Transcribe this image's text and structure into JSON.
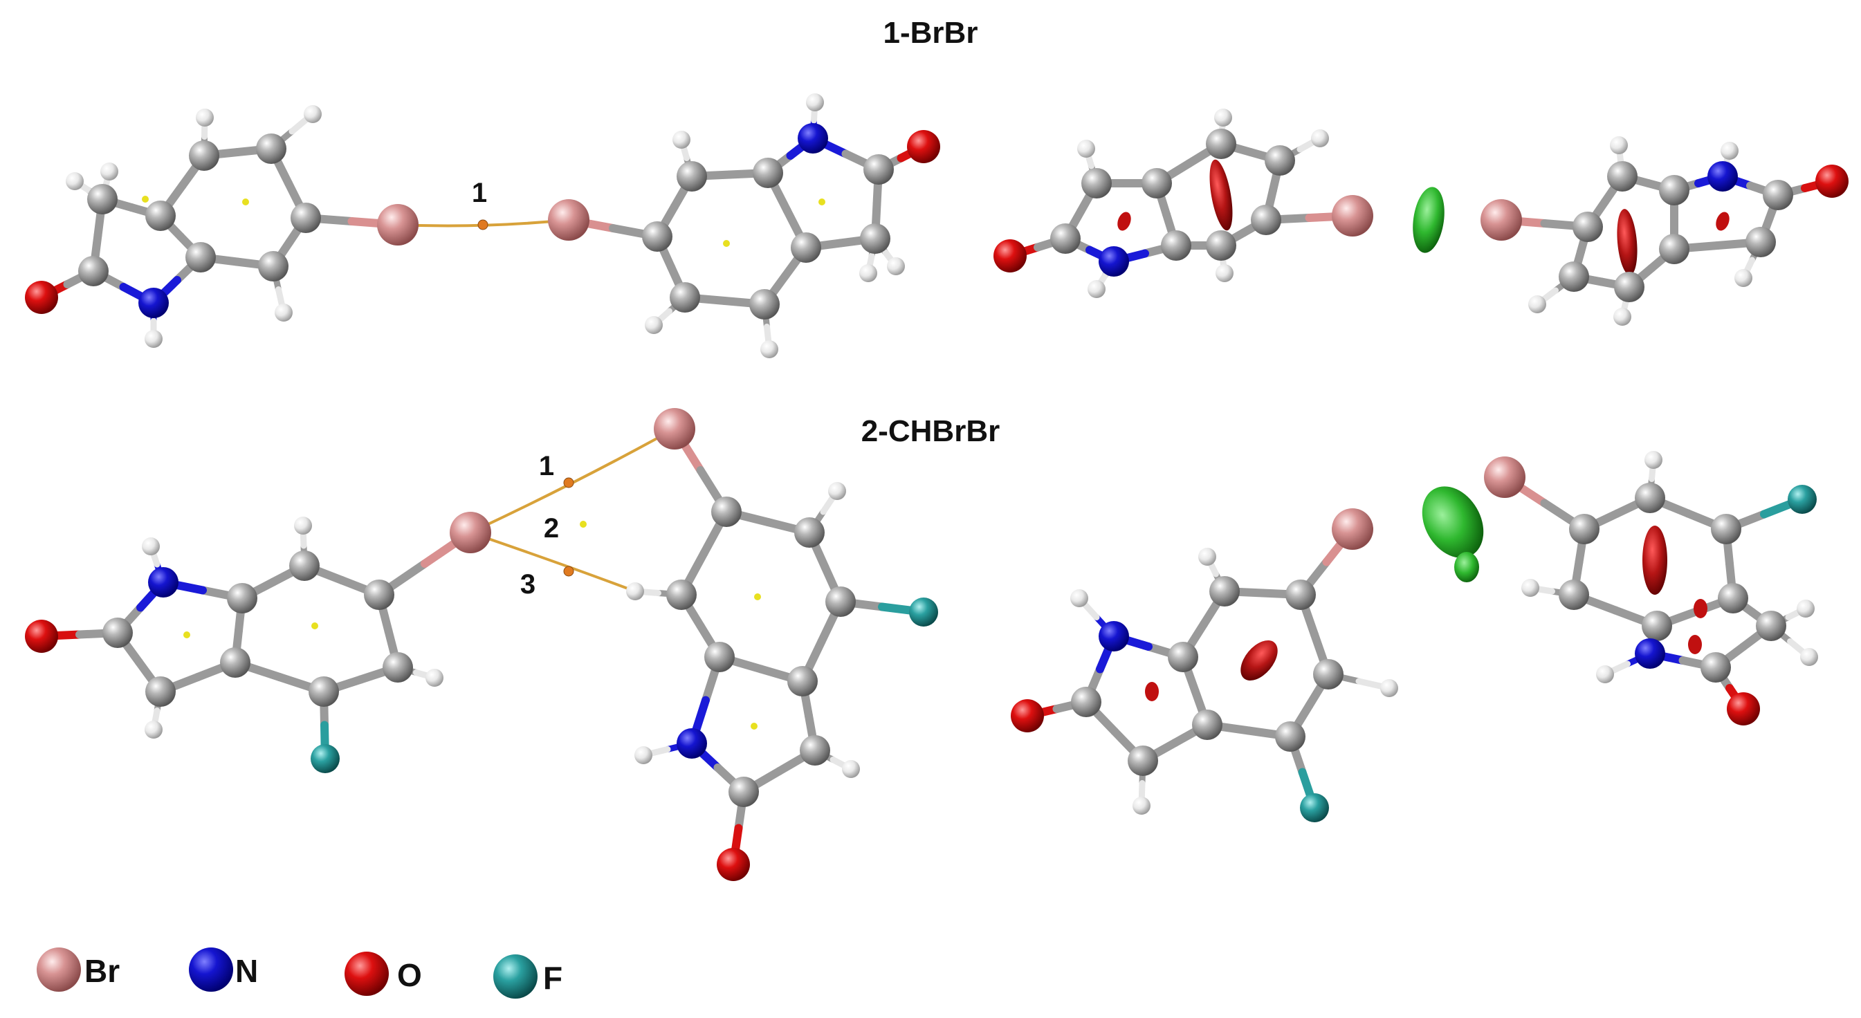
{
  "titles": {
    "top": "1-BrBr",
    "bottom": "2-CHBrBr"
  },
  "bond_path_labels": {
    "top": [
      "1"
    ],
    "bottom": [
      "1",
      "2",
      "3"
    ]
  },
  "legend": [
    {
      "symbol": "Br",
      "color": "#e89a9a",
      "icon": "bromine-atom-icon"
    },
    {
      "symbol": "N",
      "color": "#1a1ad8",
      "icon": "nitrogen-atom-icon"
    },
    {
      "symbol": "O",
      "color": "#e01010",
      "icon": "oxygen-atom-icon"
    },
    {
      "symbol": "F",
      "color": "#2fa8a8",
      "icon": "fluorine-atom-icon"
    }
  ],
  "colors": {
    "C": "#9a9a9a",
    "H": "#e6e6e6",
    "Br": "#d99090",
    "N": "#1a1ad8",
    "O": "#d81010",
    "F": "#2a9e9e",
    "bond_path": "#d8a23a",
    "bcp": "#e07a20",
    "rcp": "#e8e020",
    "nci_attractive": "#2fb82f",
    "nci_repulsive": "#b01818"
  }
}
